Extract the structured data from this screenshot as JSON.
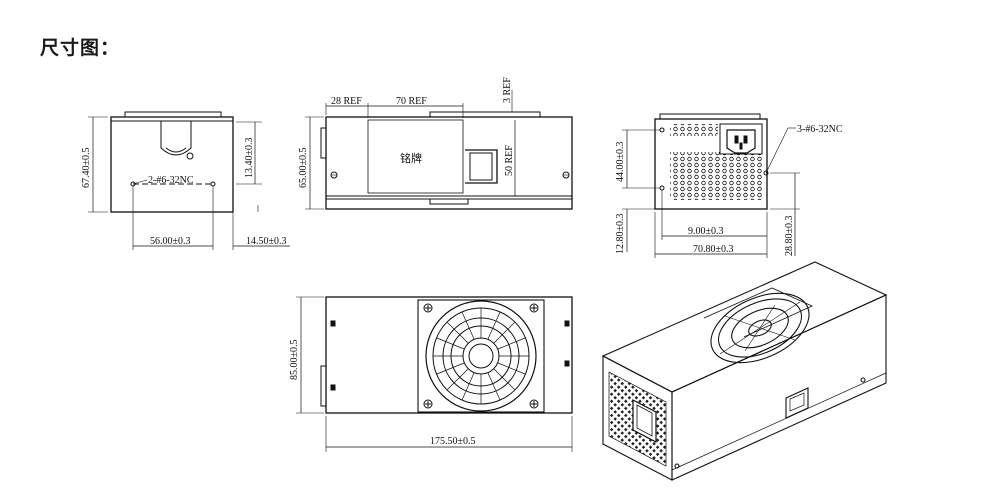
{
  "title": "尺寸图：",
  "colors": {
    "line": "#111111",
    "background": "#ffffff"
  },
  "left_view": {
    "height": "67.40±0.5",
    "screw_height": "13.40±0.3",
    "screw_callout": "2-#6-32NC",
    "screw_spacing": "56.00±0.3",
    "side_offset": "14.50±0.3"
  },
  "top_view": {
    "ref_a": "28 REF",
    "ref_b": "70 REF",
    "ref_c": "3 REF",
    "ref_d": "50 REF",
    "height": "65.00±0.5",
    "label_area": "铭牌"
  },
  "rear_view": {
    "screw_callout": "3-#6-32NC",
    "height": "44.00±0.3",
    "bottom_offset": "12.80±0.3",
    "right_height": "28.80±0.3",
    "hole_offset": "9.00±0.3",
    "width": "70.80±0.3"
  },
  "fan_view": {
    "height": "85.00±0.5",
    "length": "175.50±0.5"
  }
}
